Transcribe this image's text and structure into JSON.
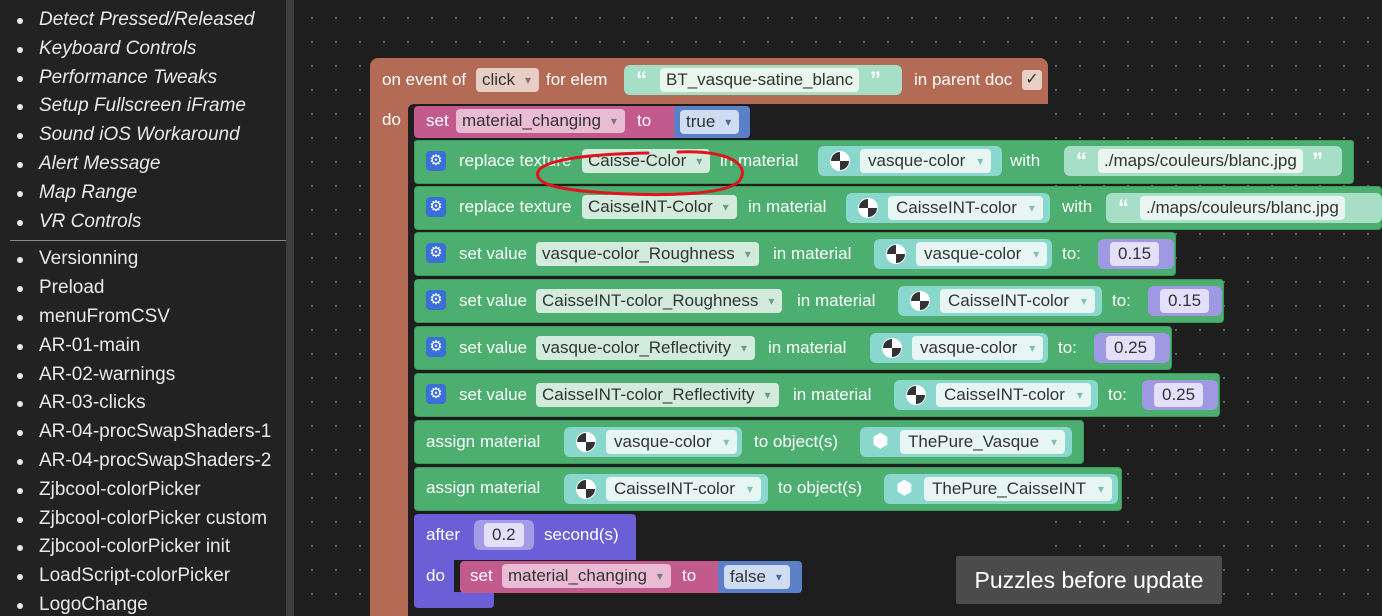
{
  "sidebar": {
    "italic_items": [
      "Detect Pressed/Released",
      "Keyboard Controls",
      "Performance Tweaks",
      "Setup Fullscreen iFrame",
      "Sound iOS Workaround",
      "Alert Message",
      "Map Range",
      "VR Controls"
    ],
    "items": [
      "Versionning",
      "Preload",
      "menuFromCSV",
      "AR-01-main",
      "AR-02-warnings",
      "AR-03-clicks",
      "AR-04-procSwapShaders-1",
      "AR-04-procSwapShaders-2",
      "Zjbcool-colorPicker",
      "Zjbcool-colorPicker custom",
      "Zjbcool-colorPicker init",
      "LoadScript-colorPicker",
      "LogoChange"
    ]
  },
  "event_block": {
    "on_event_label": "on event of",
    "event": "click",
    "for_elem_label": "for elem",
    "elem": "BT_vasque-satine_blanc",
    "parent_label": "in parent doc",
    "parent_checked": "✓",
    "do_label": "do"
  },
  "set_block": {
    "set_label": "set",
    "var": "material_changing",
    "to_label": "to",
    "value": "true"
  },
  "replace1": {
    "label": "replace texture",
    "texture": "Caisse-Color",
    "in_material": "in material",
    "material": "vasque-color",
    "with_label": "with",
    "path": "./maps/couleurs/blanc.jpg"
  },
  "replace2": {
    "label": "replace texture",
    "texture": "CaisseINT-Color",
    "in_material": "in material",
    "material": "CaisseINT-color",
    "with_label": "with",
    "path": "./maps/couleurs/blanc.jpg"
  },
  "set_values": [
    {
      "label": "set value",
      "param": "vasque-color_Roughness",
      "in_material": "in material",
      "material": "vasque-color",
      "to_label": "to:",
      "value": "0.15"
    },
    {
      "label": "set value",
      "param": "CaisseINT-color_Roughness",
      "in_material": "in material",
      "material": "CaisseINT-color",
      "to_label": "to:",
      "value": "0.15"
    },
    {
      "label": "set value",
      "param": "vasque-color_Reflectivity",
      "in_material": "in material",
      "material": "vasque-color",
      "to_label": "to:",
      "value": "0.25"
    },
    {
      "label": "set value",
      "param": "CaisseINT-color_Reflectivity",
      "in_material": "in material",
      "material": "CaisseINT-color",
      "to_label": "to:",
      "value": "0.25"
    }
  ],
  "assigns": [
    {
      "label": "assign material",
      "material": "vasque-color",
      "to_label": "to object(s)",
      "object": "ThePure_Vasque"
    },
    {
      "label": "assign material",
      "material": "CaisseINT-color",
      "to_label": "to object(s)",
      "object": "ThePure_CaisseINT"
    }
  ],
  "after_block": {
    "after_label": "after",
    "seconds": "0.2",
    "seconds_label": "second(s)",
    "do_label": "do",
    "set_label": "set",
    "var": "material_changing",
    "to_label": "to",
    "value": "false"
  },
  "tooltip": "Puzzles before update",
  "annotation_color": "#e0141e"
}
